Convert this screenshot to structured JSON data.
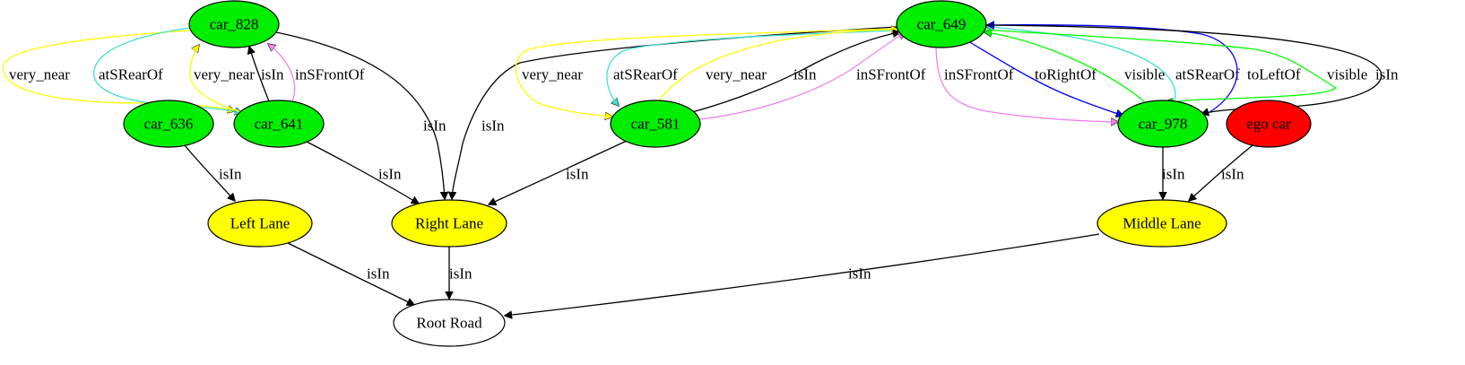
{
  "colors": {
    "car": "#00ee00",
    "lane": "#ffff00",
    "road": "#ffffff",
    "ego": "#ff0000",
    "black": "#000000",
    "yellow": "#ffff00",
    "turquoise": "#40e0d0",
    "violet": "#ee82ee",
    "blue": "#0000ff",
    "green": "#00ff00"
  },
  "nodes": [
    {
      "id": "car_828",
      "label": "car_828",
      "kind": "car"
    },
    {
      "id": "car_649",
      "label": "car_649",
      "kind": "car"
    },
    {
      "id": "car_636",
      "label": "car_636",
      "kind": "car"
    },
    {
      "id": "car_641",
      "label": "car_641",
      "kind": "car"
    },
    {
      "id": "car_581",
      "label": "car_581",
      "kind": "car"
    },
    {
      "id": "car_978",
      "label": "car_978",
      "kind": "car"
    },
    {
      "id": "ego_car",
      "label": "ego car",
      "kind": "ego"
    },
    {
      "id": "left_lane",
      "label": "Left Lane",
      "kind": "lane"
    },
    {
      "id": "right_lane",
      "label": "Right Lane",
      "kind": "lane"
    },
    {
      "id": "middle_lane",
      "label": "Middle Lane",
      "kind": "lane"
    },
    {
      "id": "root_road",
      "label": "Root Road",
      "kind": "road"
    }
  ],
  "edges": [
    {
      "id": "e1",
      "from": "car_828",
      "to": "car_641",
      "label": "very_near",
      "color": "yellow"
    },
    {
      "id": "e2",
      "from": "car_828",
      "to": "car_641",
      "label": "atSRearOf",
      "color": "turquoise"
    },
    {
      "id": "e3",
      "from": "car_641",
      "to": "car_828",
      "label": "very_near",
      "color": "yellow"
    },
    {
      "id": "e4",
      "from": "car_641",
      "to": "car_828",
      "label": "isIn",
      "color": "black"
    },
    {
      "id": "e5",
      "from": "car_641",
      "to": "car_828",
      "label": "inSFrontOf",
      "color": "violet"
    },
    {
      "id": "e6",
      "from": "car_828",
      "to": "right_lane",
      "label": "isIn",
      "color": "black"
    },
    {
      "id": "e7",
      "from": "car_649",
      "to": "right_lane",
      "label": "isIn",
      "color": "black"
    },
    {
      "id": "e8",
      "from": "car_649",
      "to": "car_581",
      "label": "very_near",
      "color": "yellow"
    },
    {
      "id": "e9",
      "from": "car_649",
      "to": "car_581",
      "label": "atSRearOf",
      "color": "turquoise"
    },
    {
      "id": "e10",
      "from": "car_581",
      "to": "car_649",
      "label": "very_near",
      "color": "yellow"
    },
    {
      "id": "e11",
      "from": "car_581",
      "to": "car_649",
      "label": "isIn",
      "color": "black"
    },
    {
      "id": "e12",
      "from": "car_581",
      "to": "car_649",
      "label": "inSFrontOf",
      "color": "violet"
    },
    {
      "id": "e13",
      "from": "car_649",
      "to": "car_978",
      "label": "inSFrontOf",
      "color": "violet"
    },
    {
      "id": "e14",
      "from": "car_649",
      "to": "car_978",
      "label": "toRightOf",
      "color": "blue"
    },
    {
      "id": "e15",
      "from": "car_978",
      "to": "car_649",
      "label": "visible",
      "color": "green"
    },
    {
      "id": "e16",
      "from": "car_978",
      "to": "car_649",
      "label": "atSRearOf",
      "color": "turquoise"
    },
    {
      "id": "e17",
      "from": "car_978",
      "to": "car_649",
      "label": "toLeftOf",
      "color": "blue"
    },
    {
      "id": "e18",
      "from": "car_649",
      "to": "car_978",
      "label": "visible",
      "color": "green"
    },
    {
      "id": "e19",
      "from": "car_649",
      "to": "car_978",
      "label": "isIn",
      "color": "black"
    },
    {
      "id": "e20",
      "from": "car_636",
      "to": "left_lane",
      "label": "isIn",
      "color": "black"
    },
    {
      "id": "e21",
      "from": "car_641",
      "to": "right_lane",
      "label": "isIn",
      "color": "black"
    },
    {
      "id": "e22",
      "from": "car_581",
      "to": "right_lane",
      "label": "isIn",
      "color": "black"
    },
    {
      "id": "e23",
      "from": "car_978",
      "to": "middle_lane",
      "label": "isIn",
      "color": "black"
    },
    {
      "id": "e24",
      "from": "ego_car",
      "to": "middle_lane",
      "label": "isIn",
      "color": "black"
    },
    {
      "id": "e25",
      "from": "left_lane",
      "to": "root_road",
      "label": "isIn",
      "color": "black"
    },
    {
      "id": "e26",
      "from": "right_lane",
      "to": "root_road",
      "label": "isIn",
      "color": "black"
    },
    {
      "id": "e27",
      "from": "middle_lane",
      "to": "root_road",
      "label": "isIn",
      "color": "black"
    }
  ]
}
